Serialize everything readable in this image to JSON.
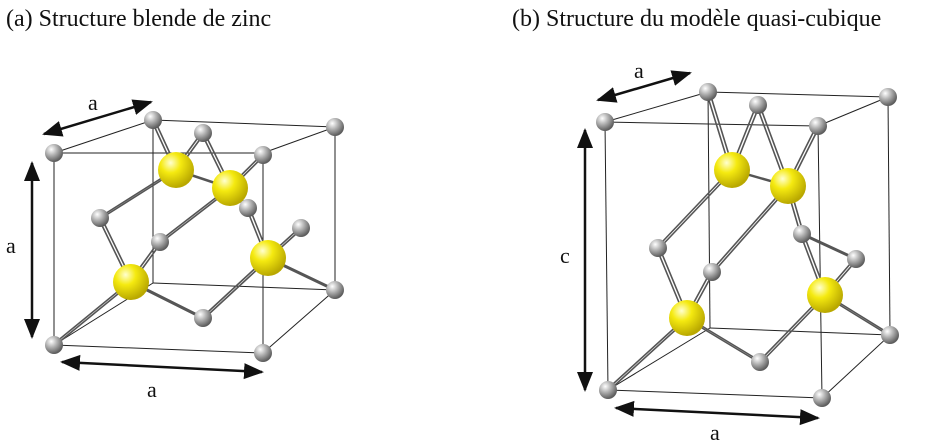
{
  "panels": {
    "a": {
      "caption": "(a) Structure blende de zinc",
      "dim_labels": {
        "top": "a",
        "left": "a",
        "bottom": "a"
      }
    },
    "b": {
      "caption": "(b) Structure du modèle quasi-cubique",
      "dim_labels": {
        "top": "a",
        "left": "c",
        "bottom": "a"
      }
    }
  },
  "colors": {
    "atom_small": "#9a9a9a",
    "atom_large": "#f2e600",
    "bond": "#555555",
    "cell_edge": "#222222",
    "arrow": "#111111"
  }
}
